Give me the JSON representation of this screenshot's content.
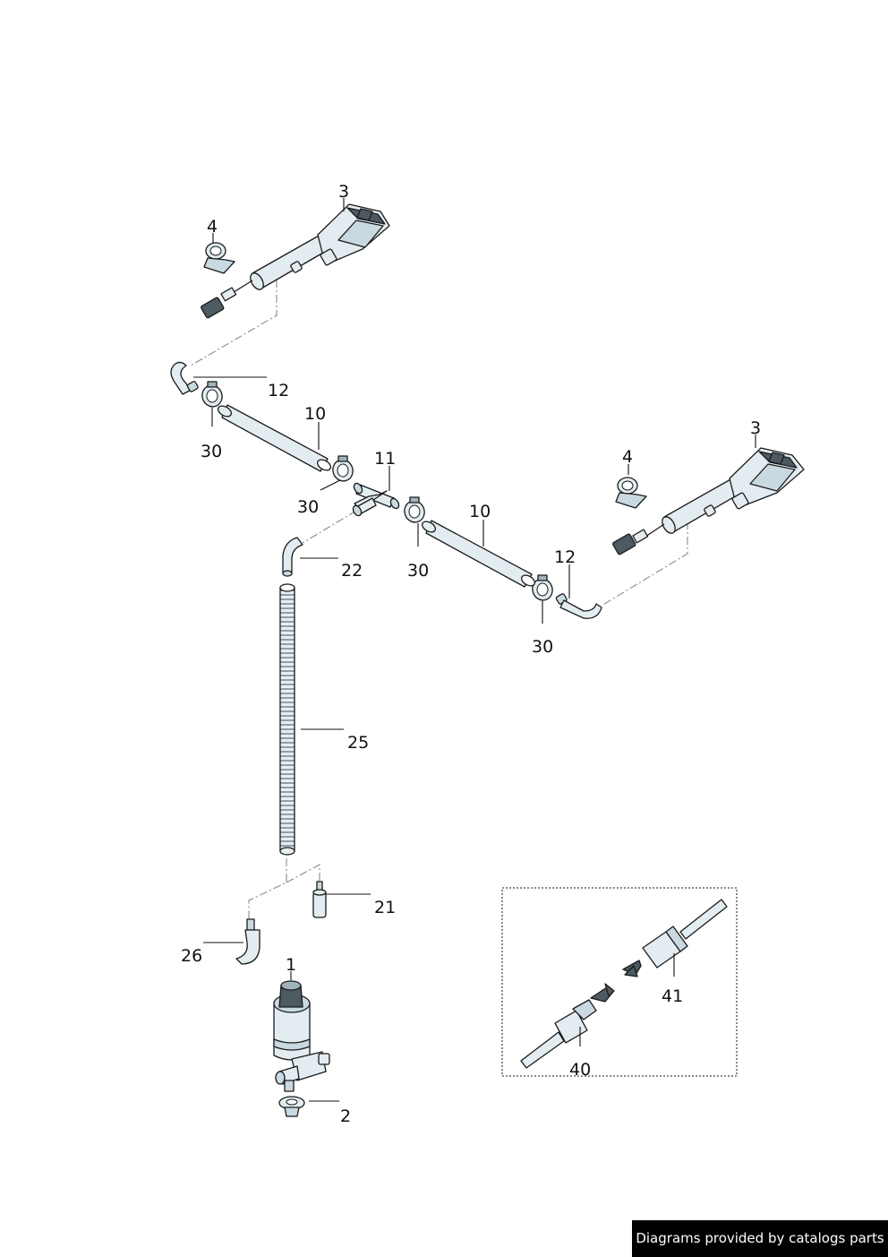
{
  "callouts": {
    "c1": "1",
    "c2": "2",
    "c3a": "3",
    "c3b": "3",
    "c4a": "4",
    "c4b": "4",
    "c10a": "10",
    "c10b": "10",
    "c11": "11",
    "c12a": "12",
    "c12b": "12",
    "c21": "21",
    "c22": "22",
    "c25": "25",
    "c26": "26",
    "c30a": "30",
    "c30b": "30",
    "c30c": "30",
    "c30d": "30",
    "c40": "40",
    "c41": "41"
  },
  "footer": {
    "text": "Diagrams provided by catalogs parts"
  }
}
